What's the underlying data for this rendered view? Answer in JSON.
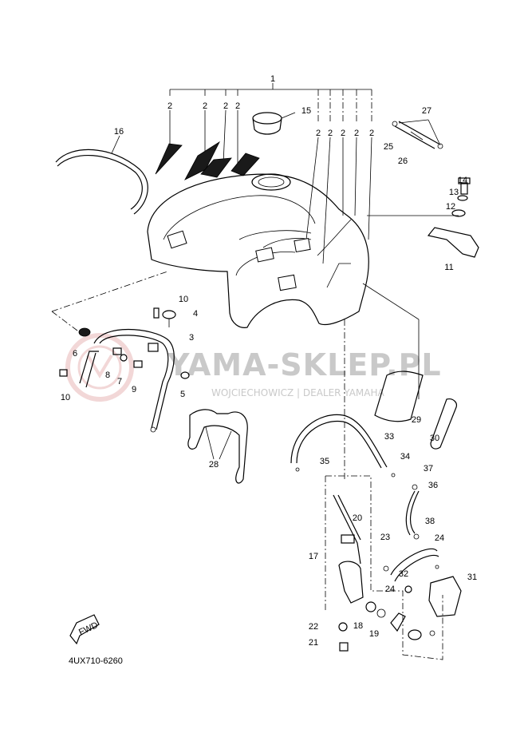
{
  "diagram": {
    "part_code": "4UX710-6260",
    "fwd_label": "FWD",
    "watermark": {
      "title": "YAMA-SKLEP.PL",
      "subtitle": "WOJCIECHOWICZ | DEALER YAMAHA",
      "color": "#c9c9c9",
      "logo_color": "#e8b7b7"
    },
    "callouts": [
      "1",
      "2",
      "2",
      "2",
      "2",
      "2",
      "2",
      "2",
      "2",
      "2",
      "3",
      "4",
      "5",
      "6",
      "7",
      "8",
      "9",
      "10",
      "10",
      "11",
      "12",
      "13",
      "14",
      "15",
      "16",
      "17",
      "18",
      "19",
      "20",
      "21",
      "22",
      "23",
      "24",
      "24",
      "25",
      "26",
      "27",
      "28",
      "29",
      "30",
      "31",
      "32",
      "33",
      "34",
      "35",
      "36",
      "37",
      "38"
    ]
  }
}
